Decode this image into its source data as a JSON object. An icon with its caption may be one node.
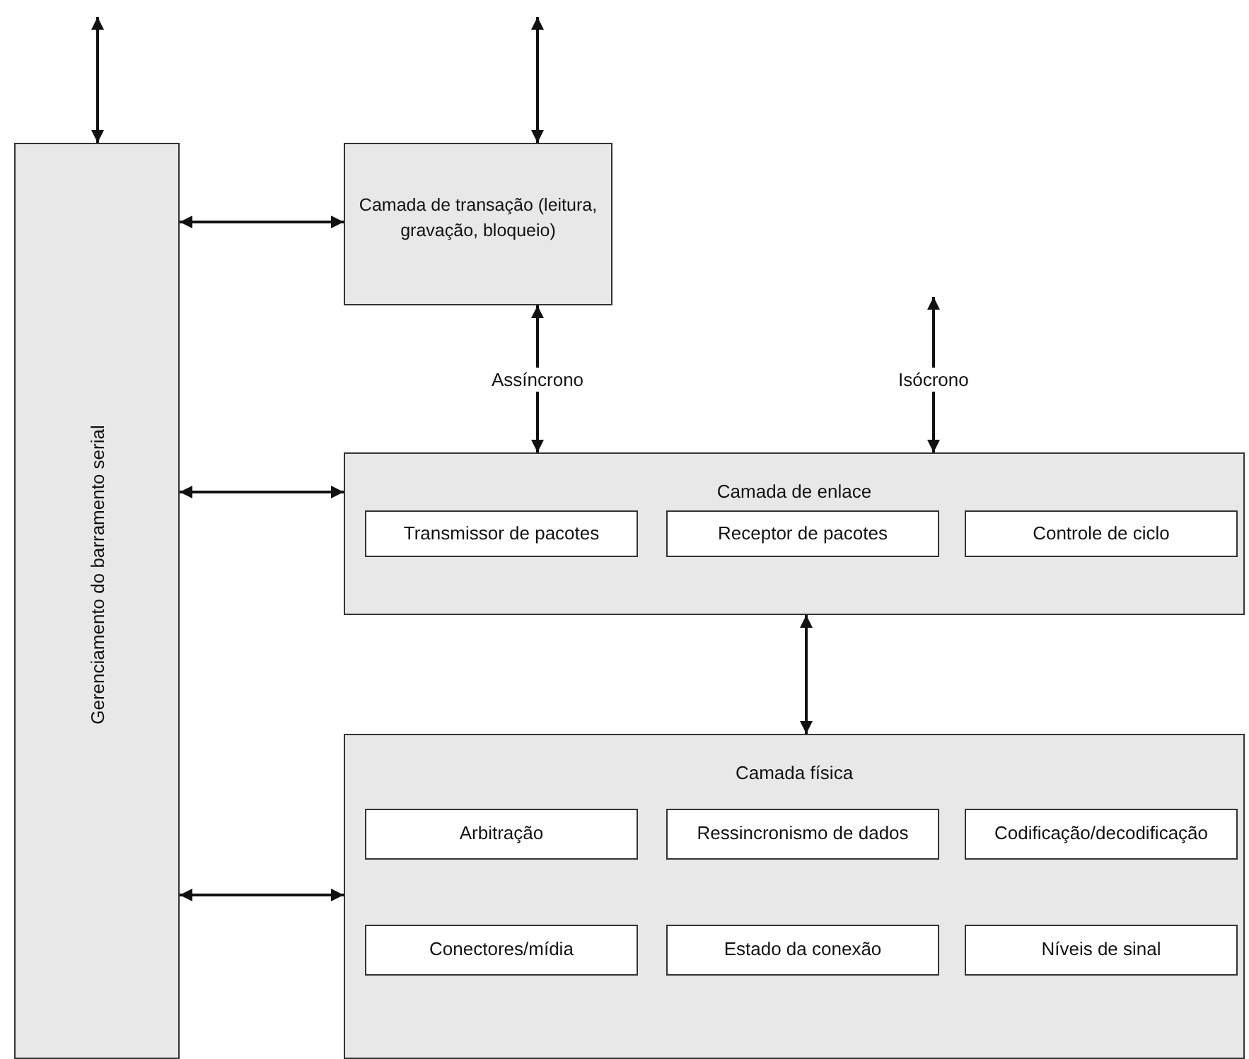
{
  "diagram": {
    "nodes": [
      {
        "text": [
          "Gerenciamento do barramento serial"
        ]
      },
      {
        "text": [
          "Camada de transação (leitura, gravação, bloqueio)"
        ]
      },
      {
        "text": [
          "Camada de enlace"
        ]
      },
      {
        "text": [
          "Transmissor de pacotes"
        ],
        "in": 2
      },
      {
        "text": [
          "Receptor de pacotes"
        ],
        "in": 2
      },
      {
        "text": [
          "Controle de ciclo"
        ],
        "in": 2
      },
      {
        "text": [
          "Camada física"
        ]
      },
      {
        "text": [
          "Arbitração"
        ],
        "in": 6
      },
      {
        "text": [
          "Ressincronismo de dados"
        ],
        "in": 6
      },
      {
        "text": [
          "Codificação/decodificação"
        ],
        "in": 6
      },
      {
        "text": [
          "Conectores/mídia"
        ],
        "in": 6
      },
      {
        "text": [
          "Estado da conexão"
        ],
        "in": 6
      },
      {
        "text": [
          "Níveis de sinal"
        ],
        "in": 6
      }
    ],
    "edges": [
      {
        "from": null,
        "to": 0,
        "arrow": "both"
      },
      {
        "from": null,
        "to": 1,
        "arrow": "both"
      },
      {
        "from": 0,
        "to": 1,
        "arrow": "both"
      },
      {
        "from": 1,
        "to": 2,
        "arrow": "both",
        "label": "Assíncrono"
      },
      {
        "from": null,
        "to": 2,
        "arrow": "both",
        "label": "Isócrono"
      },
      {
        "from": 0,
        "to": 2,
        "arrow": "both"
      },
      {
        "from": 2,
        "to": 6,
        "arrow": "both"
      },
      {
        "from": 0,
        "to": 6,
        "arrow": "both"
      }
    ]
  }
}
